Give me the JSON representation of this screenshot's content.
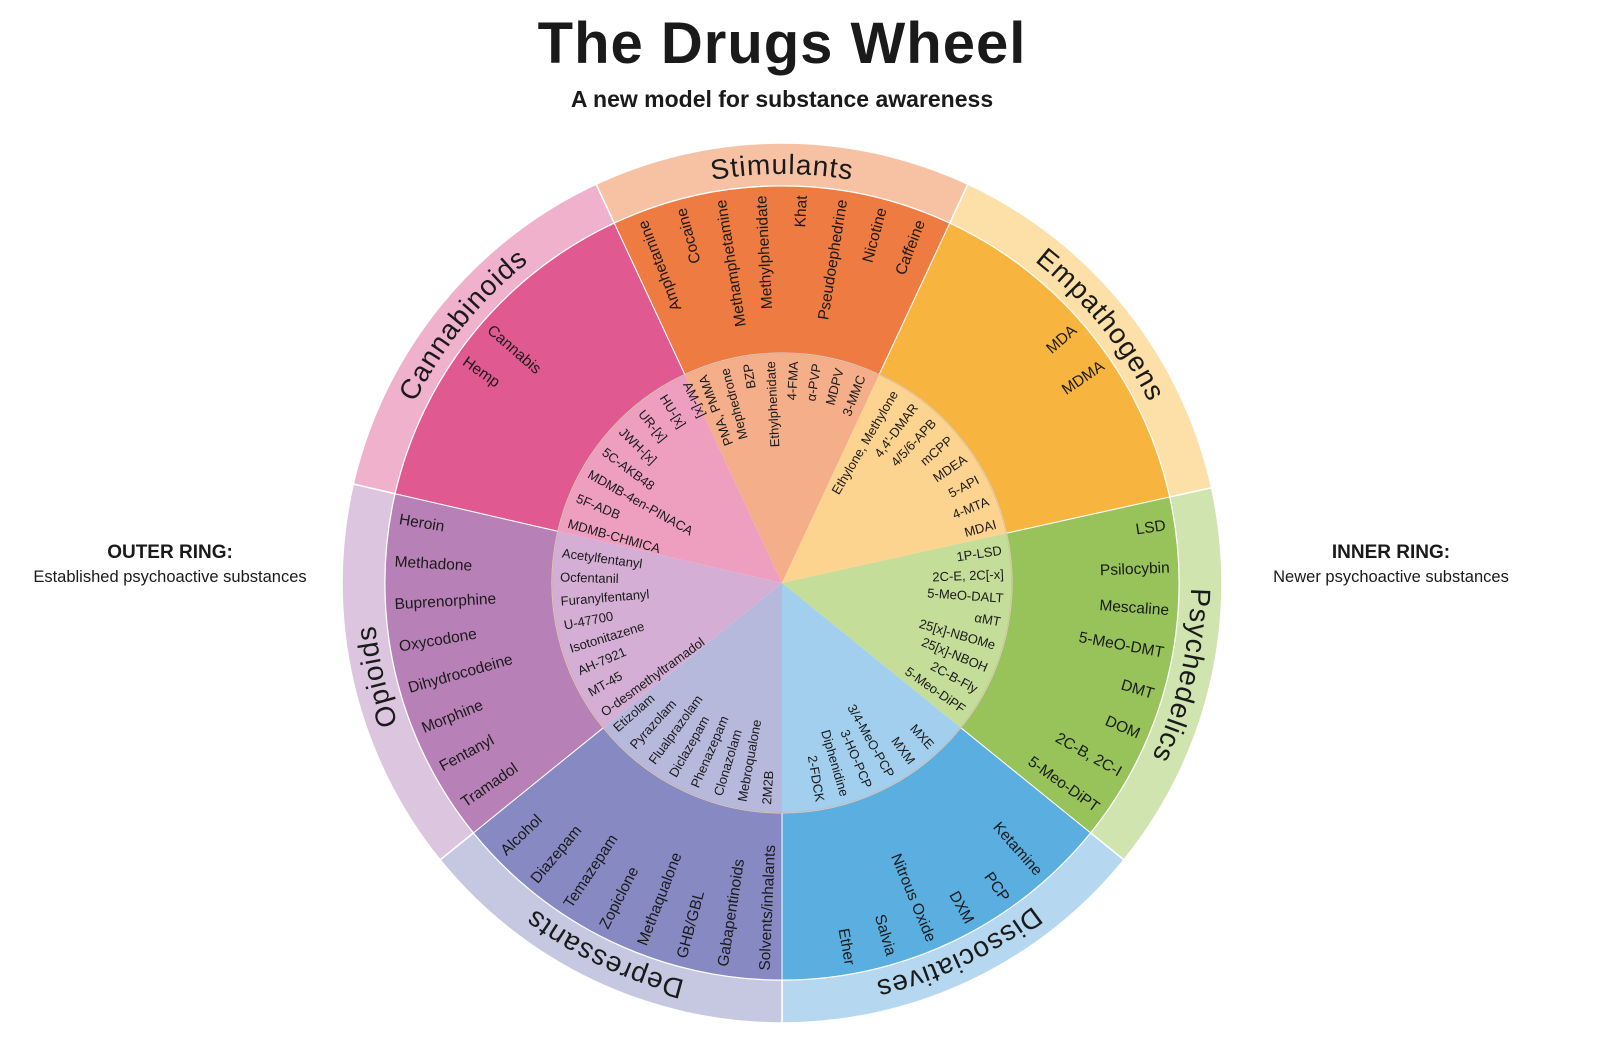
{
  "header": {
    "title": "The Drugs Wheel",
    "subtitle": "A new model for substance awareness"
  },
  "keys": {
    "outer": {
      "heading": "OUTER RING:",
      "text": "Established psychoactive substances"
    },
    "inner": {
      "heading": "INNER RING:",
      "text": "Newer psychoactive substances"
    }
  },
  "segments": [
    {
      "name": "Stimulants",
      "band_color": "#f7c2a4",
      "outer_color": "#ee7b42",
      "inner_color": "#f4ae8a",
      "outer": [
        "Amphetamine",
        "Cocaine",
        "Methamphetamine",
        "Methylphenidate",
        "Khat",
        "Pseudoephedrine",
        "Nicotine",
        "Caffeine"
      ],
      "inner": [
        "PMA, PMMA",
        "Mephedrone",
        "BZP",
        "Ethylphenidate",
        "4-FMA",
        "α-PVP",
        "MDPV",
        "3-MMC"
      ]
    },
    {
      "name": "Empathogens",
      "band_color": "#fde0a8",
      "outer_color": "#f7b43e",
      "inner_color": "#fcd490",
      "outer": [
        "MDA",
        "MDMA"
      ],
      "inner": [
        "Ethylone, Methylone",
        "4,4'-DMAR",
        "4/5/6-APB",
        "mCPP",
        "MDEA",
        "5-API",
        "4-MTA",
        "MDAI"
      ]
    },
    {
      "name": "Psychedelics",
      "band_color": "#d0e4b0",
      "outer_color": "#97c35a",
      "inner_color": "#c4dd98",
      "outer": [
        "LSD",
        "Psilocybin",
        "Mescaline",
        "5-MeO-DMT",
        "DMT",
        "DOM",
        "2C-B, 2C-I",
        "5-Meo-DiPT"
      ],
      "inner": [
        "1P-LSD",
        "2C-E, 2C[-x]",
        "5-MeO-DALT",
        "αMT",
        "25[x]-NBOMe",
        "25[x]-NBOH",
        "2C-B-Fly",
        "5-Meo-DiPF"
      ]
    },
    {
      "name": "Dissociatives",
      "band_color": "#b5d7ef",
      "outer_color": "#5baee0",
      "inner_color": "#a3cfee",
      "outer": [
        "Ketamine",
        "PCP",
        "DXM",
        "Nitrous Oxide",
        "Salvia",
        "Ether"
      ],
      "inner": [
        "MXE",
        "MXM",
        "3/4-MeO-PCP",
        "3-HO-PCP",
        "Diphenidine",
        "2-FDCK"
      ]
    },
    {
      "name": "Depressants",
      "band_color": "#c6c8e2",
      "outer_color": "#8789c3",
      "inner_color": "#b6b8dc",
      "outer": [
        "Solvents/inhalants",
        "Gabapentinoids",
        "GHB/GBL",
        "Methaqualone",
        "Zopiclone",
        "Temazepam",
        "Diazepam",
        "Alcohol"
      ],
      "inner": [
        "2M2B",
        "Mebroqualone",
        "Clonazolam",
        "Phenazepam",
        "Diclazepam",
        "Flualprazolam",
        "Pyrazolam",
        "Etizolam"
      ]
    },
    {
      "name": "Opioids",
      "band_color": "#dcc5de",
      "outer_color": "#b780b6",
      "inner_color": "#d4aed4",
      "outer": [
        "Heroin",
        "Methadone",
        "Buprenorphine",
        "Oxycodone",
        "Dihydrocodeine",
        "Morphine",
        "Fentanyl",
        "Tramadol"
      ],
      "inner": [
        "Acetylfentanyl",
        "Ocfentanil",
        "Furanylfentanyl",
        "U-47700",
        "Isotonitazene",
        "AH-7921",
        "MT-45",
        "O-desmethyltramadol"
      ]
    },
    {
      "name": "Cannabinoids",
      "band_color": "#efb1cc",
      "outer_color": "#e05a91",
      "inner_color": "#ee9fc0",
      "outer": [
        "Cannabis",
        "Hemp"
      ],
      "inner": [
        "AM-[x]",
        "HU-[x]",
        "UR-[x]",
        "JWH-[x]",
        "5C-AKB48",
        "MDMB-4en-PINACA",
        "5F-ADB",
        "MDMB-CHMICA"
      ]
    }
  ]
}
